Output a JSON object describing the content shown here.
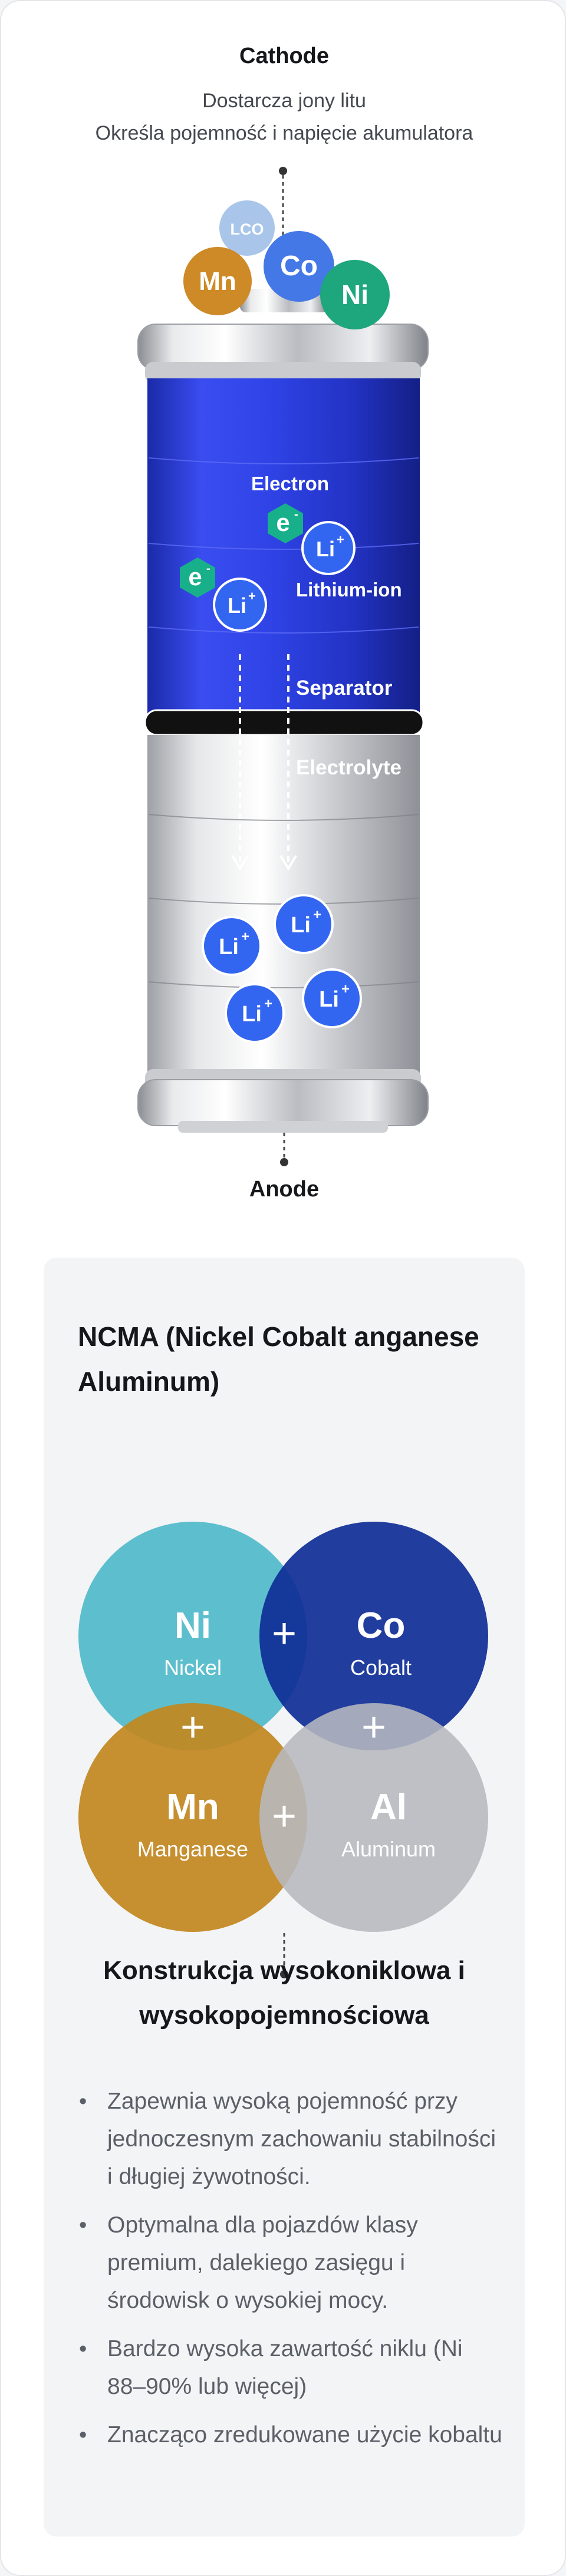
{
  "cathode": {
    "title": "Cathode",
    "line1": "Dostarcza jony litu",
    "line2": "Określa pojemność i napięcie akumulatora"
  },
  "cathode_elements": [
    "LCO",
    "Mn",
    "Co",
    "Ni"
  ],
  "battery_labels": {
    "electron": "Electron",
    "lithium_ion": "Lithium-ion",
    "separator": "Separator",
    "electrolyte": "Electrolyte",
    "electron_symbol": "e",
    "li_symbol": "Li"
  },
  "anode": {
    "title": "Anode"
  },
  "ncma": {
    "title": "NCMA (Nickel Cobalt anganese Aluminum)",
    "circles": [
      {
        "symbol": "Ni",
        "name": "Nickel",
        "color": "#58c5d3"
      },
      {
        "symbol": "Co",
        "name": "Cobalt",
        "color": "#0f2f9c"
      },
      {
        "symbol": "Mn",
        "name": "Manganese",
        "color": "#cc8d1e"
      },
      {
        "symbol": "Al",
        "name": "Aluminum",
        "color": "#c0c2c6"
      }
    ],
    "plus": "+"
  },
  "design": {
    "title": "Konstrukcja wysokoniklowa i wysokopojemnościowa",
    "bullets": [
      "Zapewnia wysoką pojemność przy jednoczesnym zachowaniu stabilności i długiej żywotności.",
      "Optymalna dla pojazdów klasy premium, dalekiego zasięgu i środowisk o wysokiej mocy.",
      "Bardzo wysoka zawartość niklu (Ni 88–90% lub więcej)",
      "Znacząco zredukowane użycie kobaltu"
    ]
  },
  "colors": {
    "electrolyte_blue": "#2234c8",
    "ion_blue": "#3366f0",
    "electron_green": "#18b08a",
    "mn_orange": "#cd8a26",
    "co_blue": "#4478e6",
    "ni_green": "#1ea67c",
    "lco_light": "#a9c6ea"
  }
}
